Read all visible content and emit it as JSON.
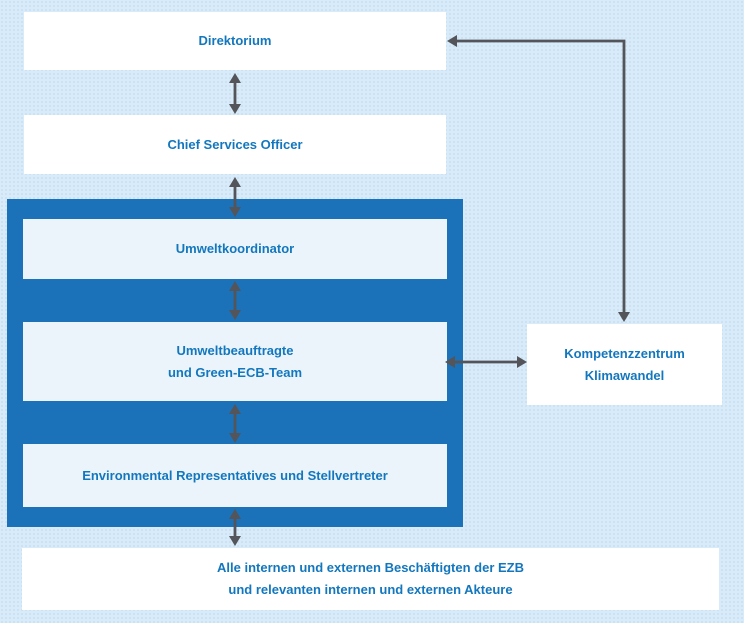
{
  "diagram": {
    "boxes": {
      "direktorium": {
        "label": "Direktorium"
      },
      "chief_services_officer": {
        "label": "Chief Services Officer"
      },
      "umweltkoordinator": {
        "label": "Umweltkoordinator"
      },
      "umweltbeauftragte": {
        "line1": "Umweltbeauftragte",
        "line2": "und Green-ECB-Team"
      },
      "environmental_representatives": {
        "label": "Environmental Representatives und Stellvertreter"
      },
      "kompetenzzentrum": {
        "line1": "Kompetenzzentrum",
        "line2": "Klimawandel"
      },
      "alle_beschaeftigten": {
        "line1": "Alle internen und externen Beschäftigten der EZB",
        "line2": "und relevanten internen und externen Akteure"
      }
    },
    "connectors": [
      {
        "from": "Direktorium",
        "to": "Chief Services Officer",
        "style": "double-headed",
        "orientation": "vertical"
      },
      {
        "from": "Chief Services Officer",
        "to": "Umweltkoordinator",
        "style": "double-headed",
        "orientation": "vertical"
      },
      {
        "from": "Umweltkoordinator",
        "to": "Umweltbeauftragte und Green-ECB-Team",
        "style": "double-headed",
        "orientation": "vertical"
      },
      {
        "from": "Umweltbeauftragte und Green-ECB-Team",
        "to": "Environmental Representatives und Stellvertreter",
        "style": "double-headed",
        "orientation": "vertical"
      },
      {
        "from": "Environmental Representatives und Stellvertreter",
        "to": "Alle internen und externen Beschäftigten der EZB",
        "style": "double-headed",
        "orientation": "vertical"
      },
      {
        "from": "Umweltbeauftragte und Green-ECB-Team",
        "to": "Kompetenzzentrum Klimawandel",
        "style": "double-headed",
        "orientation": "horizontal"
      },
      {
        "from": "Kompetenzzentrum Klimawandel",
        "to": "Direktorium",
        "style": "double-headed",
        "orientation": "elbow"
      }
    ],
    "colors": {
      "background": "#D9EBF8",
      "background_dot": "#C9E2F3",
      "container_blue": "#1B72B8",
      "inner_box_fill": "#EBF4FB",
      "outer_box_fill": "#FFFFFF",
      "text_blue": "#1377BE",
      "arrow_gray": "#54555A"
    }
  }
}
